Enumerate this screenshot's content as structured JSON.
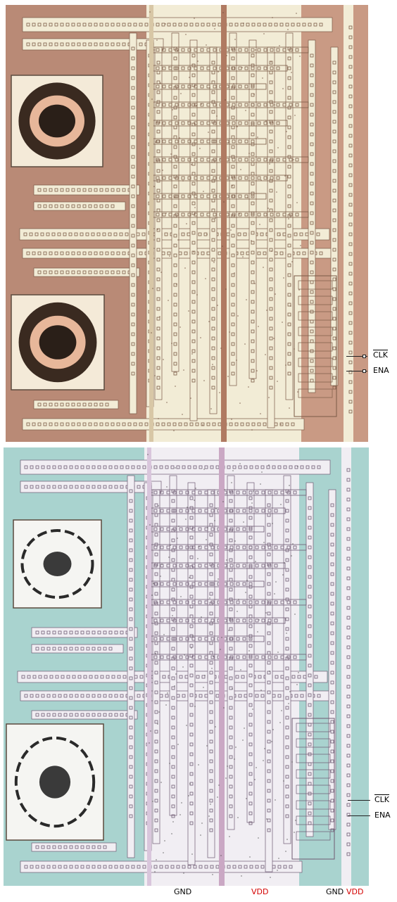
{
  "labels": {
    "clk_top": "CLK",
    "ena_top": "ENA",
    "clk_bottom": "CLK",
    "ena_bottom": "ENA",
    "gnd_left": "GND",
    "vdd_center": "VDD",
    "gnd_right": "GND",
    "vdd_right": "VDD"
  },
  "colors": {
    "top_substrate": "#b98a76",
    "top_metal": "#f2ecd6",
    "bottom_substrate": "#a9d3cf",
    "bottom_metal": "#f1eef3",
    "vdd_text": "#d40000"
  }
}
